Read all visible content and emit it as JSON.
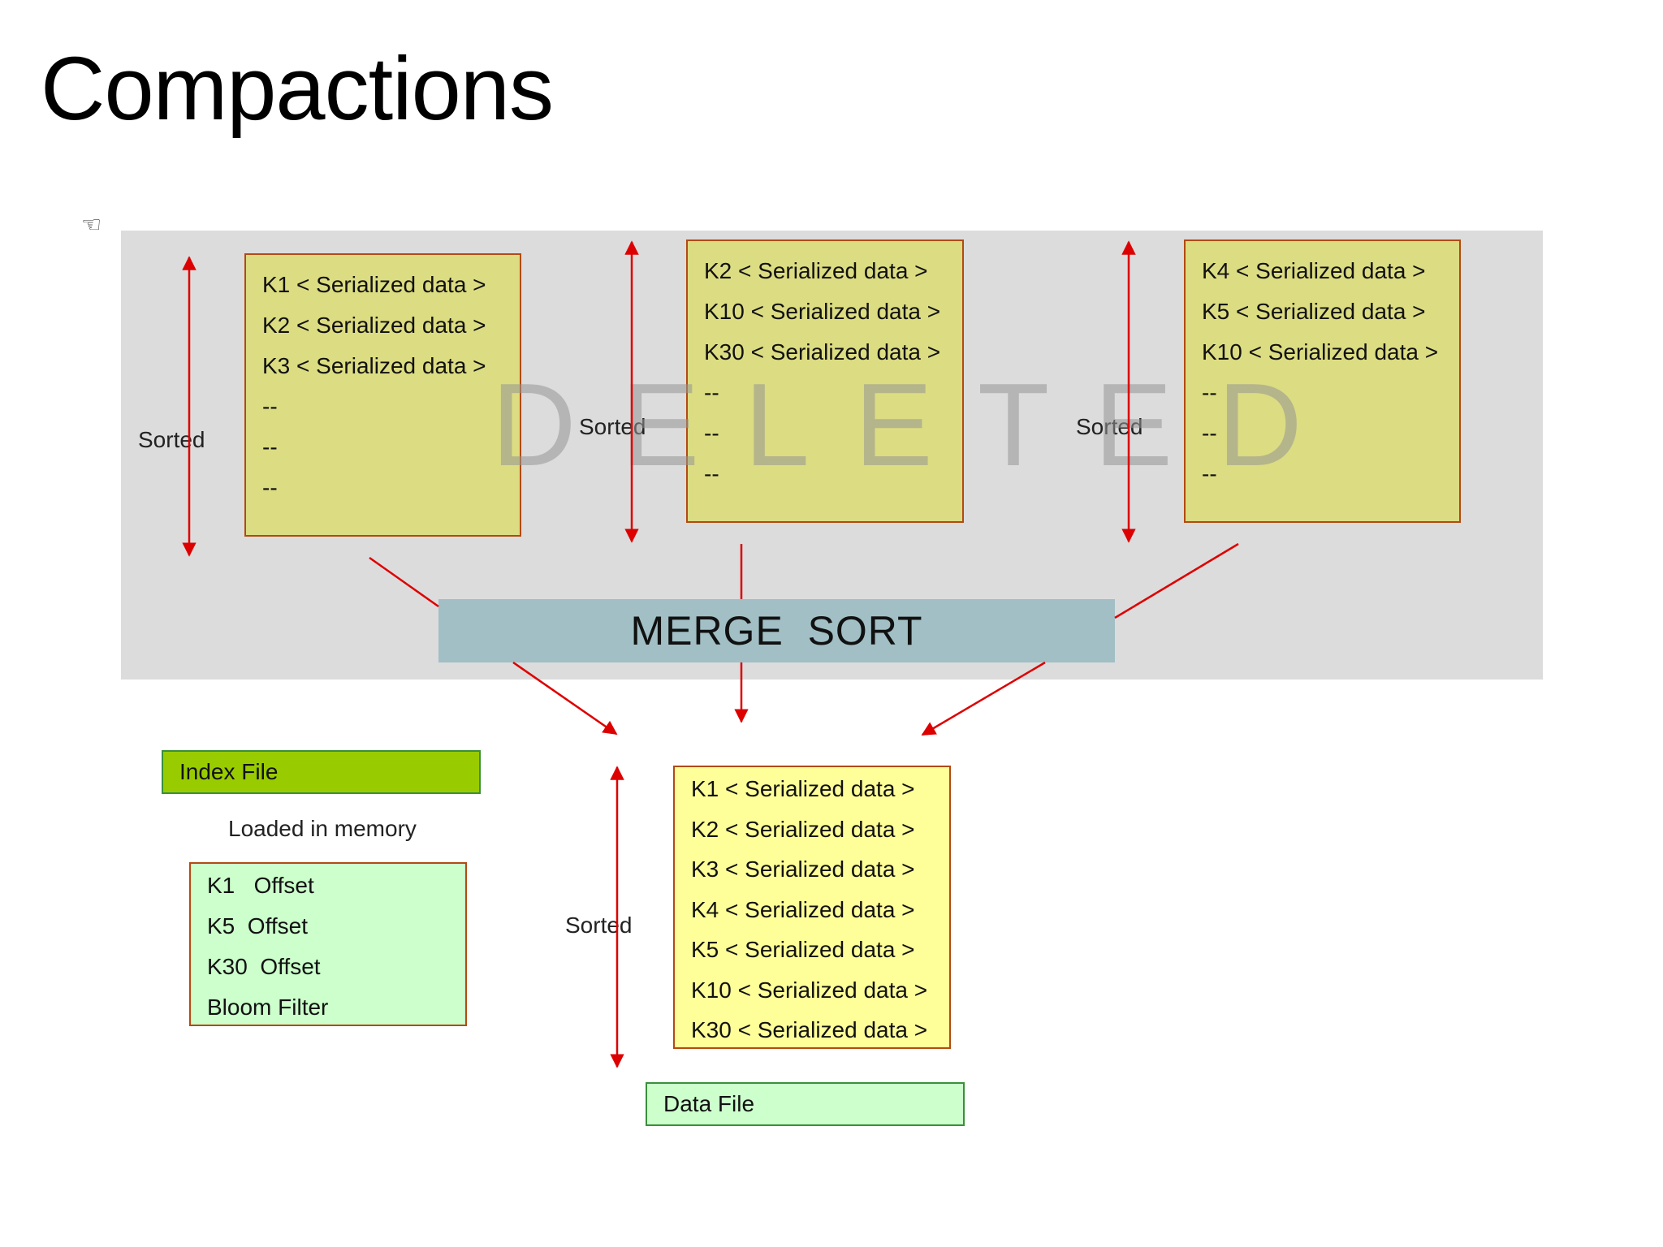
{
  "title": "Compactions",
  "cursor_icon": "hand-pointer-icon",
  "sstables": [
    {
      "rows": [
        "K1 < Serialized data >",
        "K2 < Serialized data >",
        "K3 < Serialized data >",
        "--",
        "--",
        "--"
      ]
    },
    {
      "rows": [
        "K2 < Serialized data >",
        "K10 < Serialized data >",
        "K30 < Serialized data >",
        "--",
        "--",
        "--"
      ]
    },
    {
      "rows": [
        "K4 < Serialized data >",
        "K5 < Serialized data >",
        "K10 < Serialized data >",
        "--",
        "--",
        "--"
      ]
    }
  ],
  "sorted_labels": [
    "Sorted",
    "Sorted",
    "Sorted",
    "Sorted"
  ],
  "watermark": "DELETED",
  "merge_sort": "MERGE  SORT",
  "index_file_label": "Index File",
  "loaded_label": "Loaded in memory",
  "index_rows": [
    "K1   Offset",
    "K5  Offset",
    "K30  Offset",
    "Bloom Filter"
  ],
  "data_rows": [
    "K1 < Serialized data >",
    "K2 < Serialized data >",
    "K3 < Serialized data >",
    "K4 < Serialized data >",
    "K5 < Serialized data >",
    "K10 < Serialized data >",
    "K30 < Serialized data >"
  ],
  "data_file_label": "Data File",
  "colors": {
    "panel": "#dcdcdc",
    "sstable_fill": "#dcdc82",
    "border": "#b24a12",
    "merge_fill": "#a1bfc5",
    "index_label_fill": "#99cc00",
    "index_fill": "#ccffcc",
    "data_fill": "#ffff99",
    "arrow": "#dd0000"
  }
}
